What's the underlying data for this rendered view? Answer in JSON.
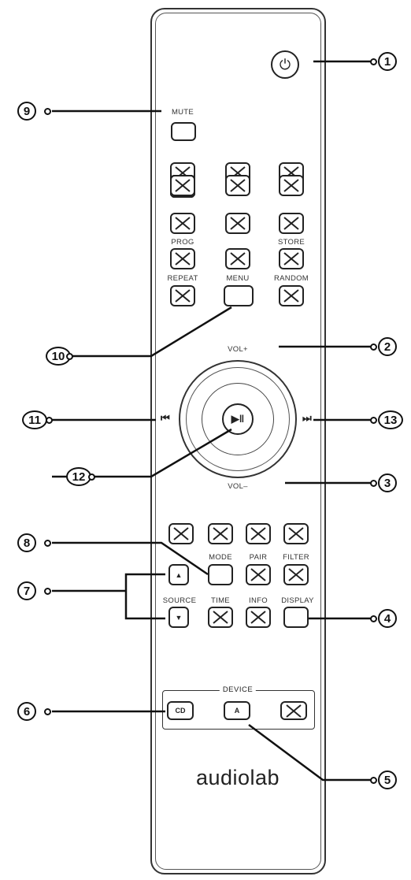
{
  "labels": {
    "mute": "MUTE",
    "prog": "PROG",
    "store": "STORE",
    "repeat": "REPEAT",
    "menu": "MENU",
    "random": "RANDOM",
    "vol_plus": "VOL+",
    "vol_minus": "VOL–",
    "mode": "MODE",
    "pair": "PAIR",
    "filter": "FILTER",
    "source": "SOURCE",
    "time": "TIME",
    "info": "INFO",
    "display": "DISPLAY",
    "device": "DEVICE"
  },
  "icons": {
    "power": "⏻",
    "play_pause": "▶‖",
    "prev": "⏮",
    "next": "⏭",
    "up": "▲",
    "down": "▼"
  },
  "device_buttons": {
    "cd": "CD",
    "a": "A"
  },
  "brand": "audiolab",
  "callouts": [
    "1",
    "2",
    "3",
    "4",
    "5",
    "6",
    "7",
    "8",
    "9",
    "10",
    "11",
    "12",
    "13"
  ]
}
